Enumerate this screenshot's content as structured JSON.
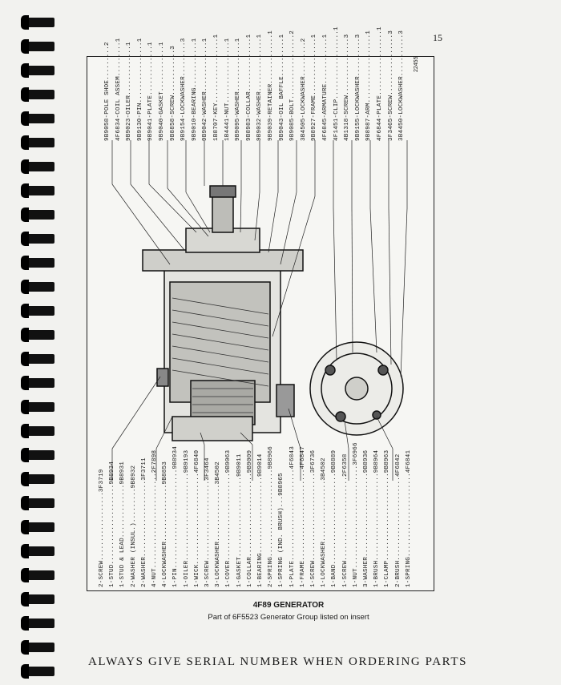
{
  "page_number": "15",
  "figure_ref": "22455",
  "top_labels": [
    "9B9058-POLE SHOE.........2",
    "4F6834-COIL ASSEM.........1",
    "9B9023-OILER.............1",
    "9B9130-PIN................1",
    "9B9041-PLATE.............1",
    "9B9040-GASKET............1",
    "9B8858-SCREW............3",
    "9B9154-LOCKWASHER.........3",
    "9B9010-BEARING............1",
    "9B9042-WASHER.............1",
    "1B8707-KEY.................1",
    "1B4441-NUT................1",
    "9B9095-WASHER.............1",
    "9B8983-COLLAR..............1",
    "9B9032-WASHER..............1",
    "9B9039-RETAINER.............1",
    "9B9043-OIL BAFFLE..........1",
    "9B9085-BOLT.................2",
    "3B4505-LOCKWASHER.........2",
    "9B8927-FRAME...............1",
    "4F6845-ARMATURE............1",
    "4F1451-CLIP..................1",
    "4B1318-SCREW...............3",
    "9B9155-LOCKWASHER..........3",
    "9B8987-ARM..................1",
    "4F6844-PLATE.................1",
    "3F3465-SCREW................3",
    "3B4450-LOCKWASHER...........3"
  ],
  "bottom_labels": [
    "2-SCREW..................3F3719",
    "1-STUD.....................9B8934",
    "1-STUD & LEAD..............9B8931",
    "2-WASHER (INSUL.).........9B8932",
    "2-WASHER....................3F3711",
    "4-NUT.........................2F7898",
    "4-LOCKWASHER...............9B8853",
    "1-PIN..........................9B8934",
    "1-OILER.......................9B9193",
    "1-WICK........................4F6840",
    "3-SCREW.....................3F3464",
    "3-LOCKWASHER...............3B4502",
    "1-COVER.......................9B9063",
    "1-GASKET.....................9B9011",
    "1-COLLAR......................9B9009",
    "1-BEARING....................9B9014",
    "2-SPRING.......................9B8966",
    "1-SPRING (IND. BRUSH)...9B8965",
    "1-PLATE........................4F6843",
    "1-FRAME........................4F6847",
    "1-SCREW.......................3F6736",
    "1-LOCKWASHER................3B4502",
    "1-BAND........................9B8889",
    "1-SCREW......................2F6358",
    "1-NUT...........................3F6966",
    "3-WASHER......................9B8936",
    "1-BRUSH.......................9B8964",
    "1-CLAMP.......................9B8963",
    "2-BRUSH......................4F6842",
    "1-SPRING......................4F6841"
  ],
  "caption": {
    "title": "4F89 GENERATOR",
    "subtitle": "Part of 6F5523 Generator Group listed on insert"
  },
  "footer": "ALWAYS GIVE SERIAL NUMBER WHEN ORDERING PARTS"
}
